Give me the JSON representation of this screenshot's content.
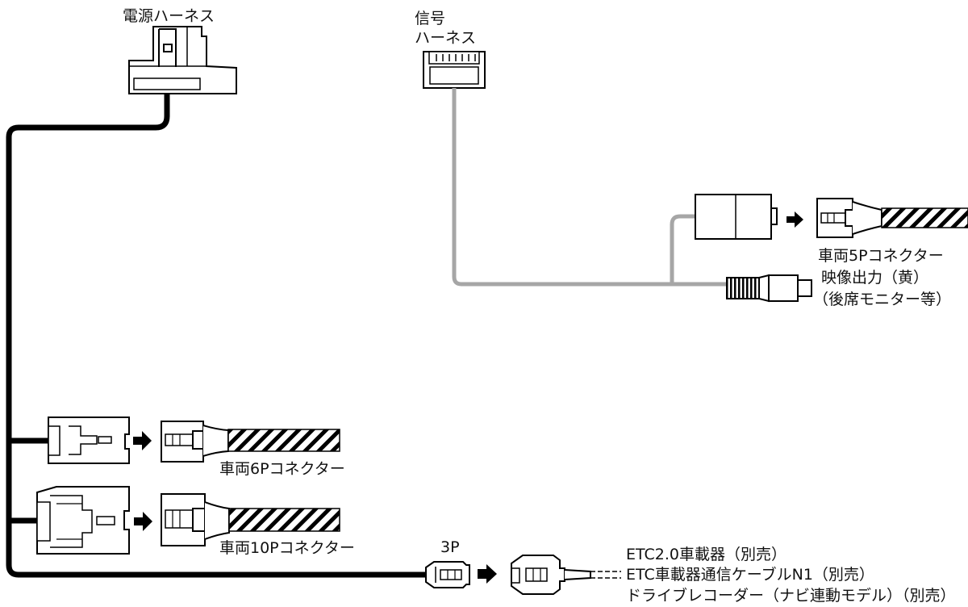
{
  "labels": {
    "power_harness": "電源ハーネス",
    "signal_harness_line1": "信号",
    "signal_harness_line2": "ハーネス",
    "vehicle_5p": "車両5Pコネクター",
    "video_out": "映像出力（黄）",
    "rear_monitor": "（後席モニター等）",
    "vehicle_6p": "車両6Pコネクター",
    "vehicle_10p": "車両10Pコネクター",
    "three_p": "3P",
    "etc_line1": "ETC2.0車載器（別売）",
    "etc_line2": "ETC車載器通信ケーブルN1（別売）",
    "etc_line3": "ドライブレコーダー（ナビ連動モデル）（別売）"
  },
  "colors": {
    "black_wire": "#000000",
    "gray_wire": "#a6a6a6",
    "outline": "#000000"
  }
}
